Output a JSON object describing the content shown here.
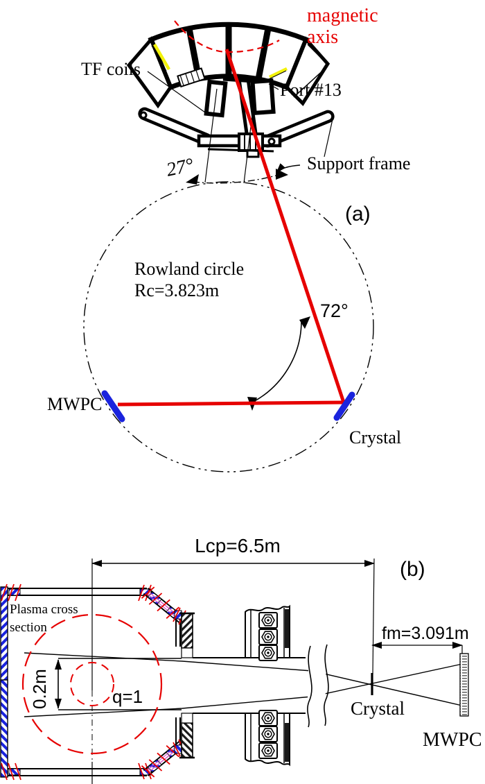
{
  "panel_a": {
    "tag": "(a)",
    "magnetic_axis_line1": "magnetic",
    "magnetic_axis_line2": "axis",
    "tf_coils": "TF coils",
    "port": "Port #13",
    "support_frame": "Support frame",
    "angle_27": "27°",
    "angle_72": "72°",
    "rowland_line1": "Rowland circle",
    "rowland_line2": "Rc=3.823m",
    "mwpc": "MWPC",
    "crystal": "Crystal"
  },
  "panel_b": {
    "tag": "(b)",
    "lcp": "Lcp=6.5m",
    "fm": "fm=3.091m",
    "plasma_line1": "Plasma cross",
    "plasma_line2": "section",
    "chord_width": "0.2m",
    "q_surface": "q=1",
    "crystal": "Crystal",
    "mwpc": "MWPC"
  },
  "colors": {
    "beam_red": "#e60000",
    "detector_blue": "#1a23dd",
    "coil_yellow": "#f2f20a",
    "hatch_magenta": "#d34fc6"
  }
}
